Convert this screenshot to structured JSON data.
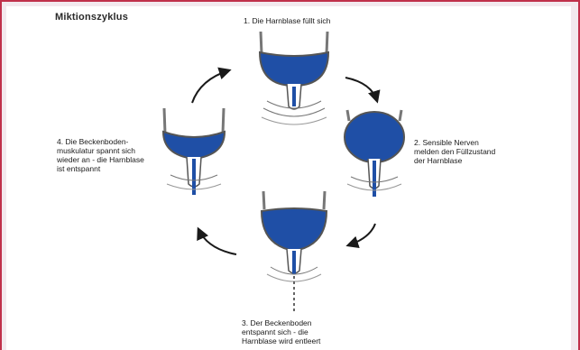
{
  "title": "Miktionszyklus",
  "colors": {
    "bladder_fill": "#1f4fa6",
    "bladder_wall": "#555555",
    "frame": "#c0304a",
    "arrow": "#1a1a1a"
  },
  "stages": [
    {
      "label": "1. Die Harnblase füllt sich"
    },
    {
      "label": "2. Sensible Nerven\nmelden den Füllzustand\nder Harnblase"
    },
    {
      "label": "3. Der Beckenboden\nentspannt sich - die\nHarnblase wird entleert"
    },
    {
      "label": "4. Die Beckenboden-\nmuskulatur spannt sich\nwieder an - die Harnblase\nist entspannt"
    }
  ]
}
